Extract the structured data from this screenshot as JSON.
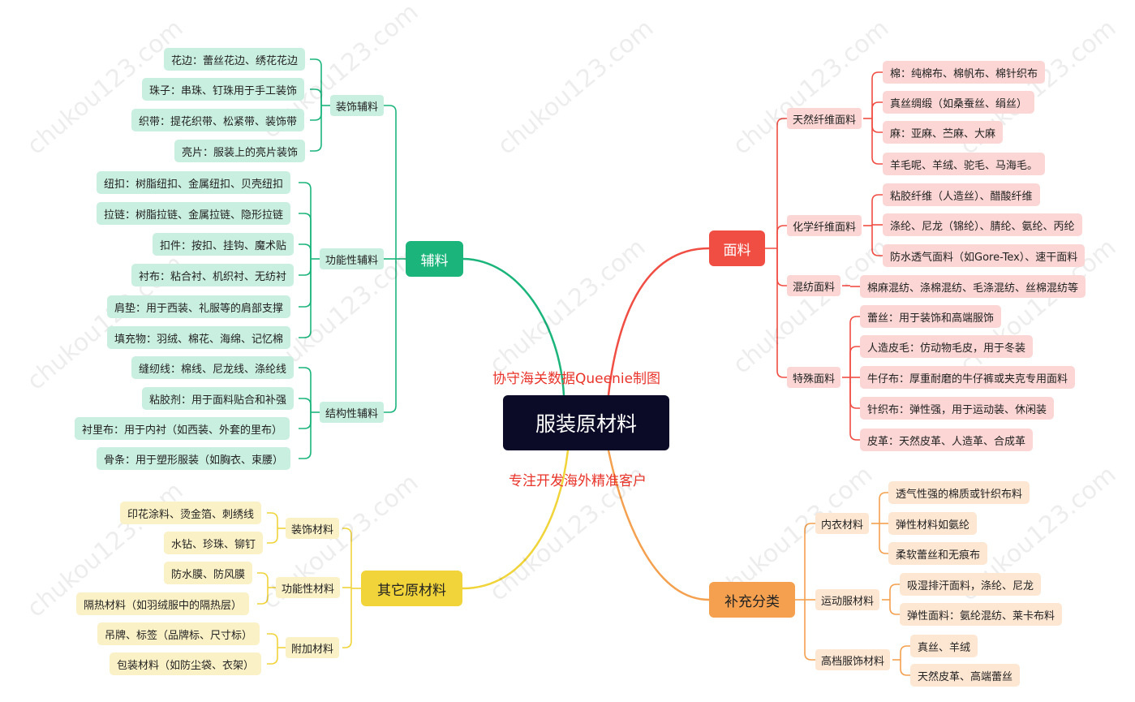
{
  "root": "服装原材料",
  "notes": {
    "top": "协守海关数据Queenie制图",
    "bottom": "专注开发海外精准客户"
  },
  "watermark": "chukou123.com",
  "colors": {
    "root": "#0b0b27",
    "fuliao": "#1bb57c",
    "mianliao": "#f04d43",
    "qita": "#f0d43a",
    "buchong": "#f4a04f"
  },
  "fuliao": {
    "label": "辅料",
    "groups": [
      {
        "label": "装饰辅料",
        "items": [
          "花边：蕾丝花边、绣花花边",
          "珠子：串珠、钉珠用于手工装饰",
          "织带：提花织带、松紧带、装饰带",
          "亮片：服装上的亮片装饰"
        ]
      },
      {
        "label": "功能性辅料",
        "items": [
          "纽扣：树脂纽扣、金属纽扣、贝壳纽扣",
          "拉链：树脂拉链、金属拉链、隐形拉链",
          "扣件：按扣、挂钩、魔术贴",
          "衬布：粘合衬、机织衬、无纺衬",
          "肩垫：用于西装、礼服等的肩部支撑",
          "填充物：羽绒、棉花、海绵、记忆棉"
        ]
      },
      {
        "label": "结构性辅料",
        "items": [
          "缝纫线：棉线、尼龙线、涤纶线",
          "粘胶剂：用于面料贴合和补强",
          "衬里布：用于内衬（如西装、外套的里布）",
          "骨条：用于塑形服装（如胸衣、束腰）"
        ]
      }
    ]
  },
  "mianliao": {
    "label": "面料",
    "groups": [
      {
        "label": "天然纤维面料",
        "items": [
          "棉：纯棉布、棉帆布、棉针织布",
          "真丝绸缎（如桑蚕丝、绢丝）",
          "麻：亚麻、苎麻、大麻",
          "羊毛呢、羊绒、驼毛、马海毛。"
        ]
      },
      {
        "label": "化学纤维面料",
        "items": [
          "粘胶纤维（人造丝）、醋酸纤维",
          "涤纶、尼龙（锦纶）、腈纶、氨纶、丙纶",
          "防水透气面料（如Gore-Tex）、速干面料"
        ]
      },
      {
        "label": "混纺面料",
        "items": [
          "棉麻混纺、涤棉混纺、毛涤混纺、丝棉混纺等"
        ]
      },
      {
        "label": "特殊面料",
        "items": [
          "蕾丝：用于装饰和高端服饰",
          "人造皮毛：仿动物毛皮，用于冬装",
          "牛仔布：厚重耐磨的牛仔裤或夹克专用面料",
          "针织布：弹性强，用于运动装、休闲装",
          "皮革：天然皮革、人造革、合成革"
        ]
      }
    ]
  },
  "qita": {
    "label": "其它原材料",
    "groups": [
      {
        "label": "装饰材料",
        "items": [
          "印花涂料、烫金箔、刺绣线",
          "水钻、珍珠、铆钉"
        ]
      },
      {
        "label": "功能性材料",
        "items": [
          "防水膜、防风膜",
          "隔热材料（如羽绒服中的隔热层）"
        ]
      },
      {
        "label": "附加材料",
        "items": [
          "吊牌、标签（品牌标、尺寸标）",
          "包装材料（如防尘袋、衣架）"
        ]
      }
    ]
  },
  "buchong": {
    "label": "补充分类",
    "groups": [
      {
        "label": "内衣材料",
        "items": [
          "透气性强的棉质或针织布料",
          "弹性材料如氨纶",
          "柔软蕾丝和无痕布"
        ]
      },
      {
        "label": "运动服材料",
        "items": [
          "吸湿排汗面料，涤纶、尼龙",
          "弹性面料：氨纶混纺、莱卡布料"
        ]
      },
      {
        "label": "高档服饰材料",
        "items": [
          "真丝、羊绒",
          "天然皮革、高端蕾丝"
        ]
      }
    ]
  }
}
